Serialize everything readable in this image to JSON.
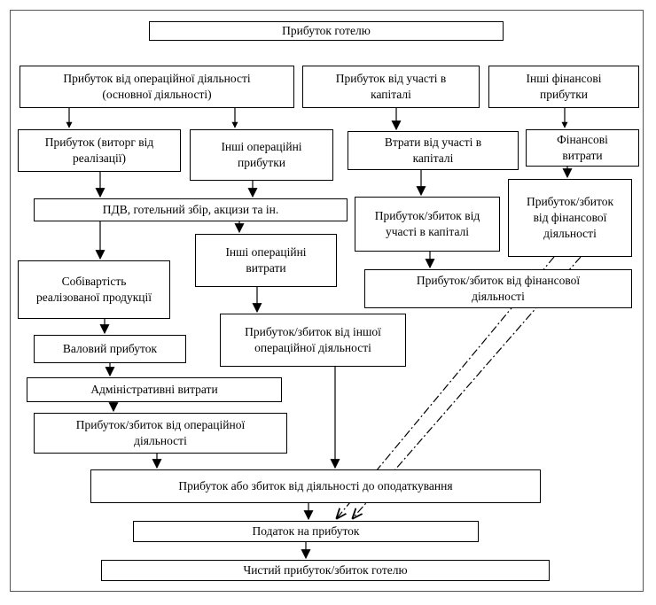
{
  "boxes": {
    "hotel_profit": "Прибуток готелю",
    "operating_profit": "Прибуток від операційної діяльності\n(основної діяльності)",
    "participation_profit": "Прибуток від участі в\nкапіталі",
    "other_fin_income": "Інші фінансові\nприбутки",
    "sales_revenue": "Прибуток (виторг від\nреалізації)",
    "other_op_income": "Інші операційні\nприбутки",
    "participation_losses": "Втрати від участі в\nкапіталі",
    "fin_expenses": "Фінансові\nвитрати",
    "vat_taxes": "ПДВ, готельний збір, акцизи та ін.",
    "participation_result": "Прибуток/збиток від\nучасті в капіталі",
    "fin_activity_result": "Прибуток/збиток\nвід фінансової\nдіяльності",
    "cost_of_sales": "Собівартість\nреалізованої продукції",
    "other_op_expenses": "Інші операційні\nвитрати",
    "fin_activity_result_2": "Прибуток/збиток від фінансової\nдіяльності",
    "gross_profit": "Валовий прибуток",
    "other_op_result": "Прибуток/збиток від іншої\nопераційної діяльності",
    "admin_expenses": "Адміністративні витрати",
    "op_activity_result": "Прибуток/збиток від операційної\nдіяльності",
    "pretax_profit": "Прибуток або збиток від діяльності до оподаткування",
    "income_tax": "Податок на прибуток",
    "net_profit": "Чистий прибуток/збиток готелю"
  }
}
